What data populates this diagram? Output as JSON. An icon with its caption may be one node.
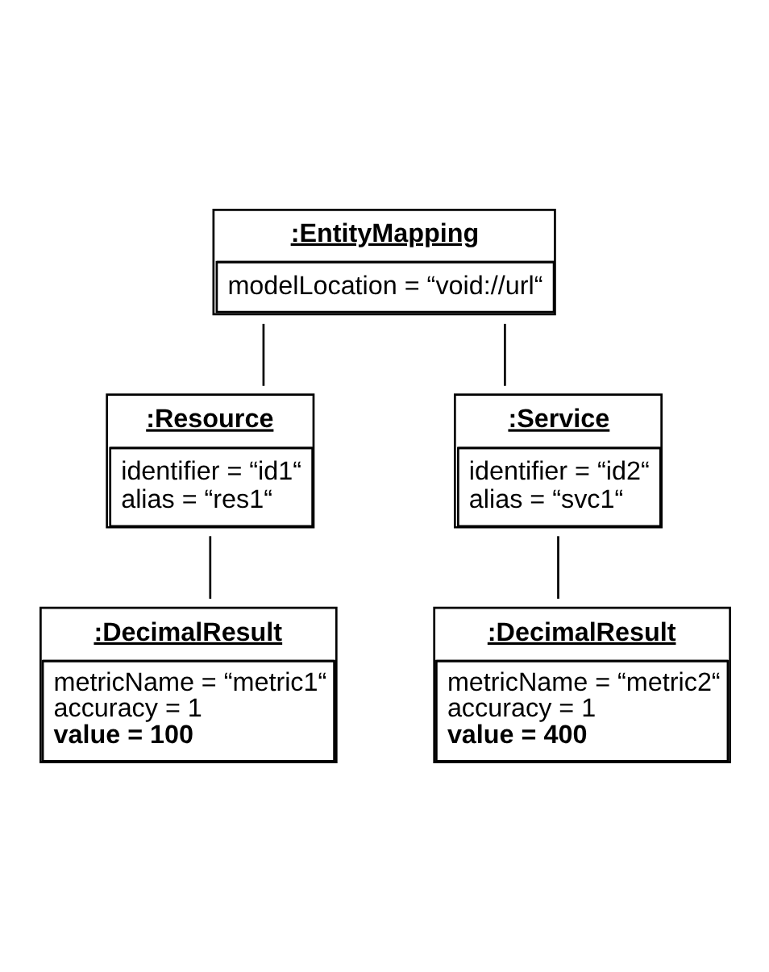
{
  "diagram": {
    "nodes": [
      {
        "text": [
          ":EntityMapping",
          "modelLocation = “void://url“"
        ]
      },
      {
        "text": [
          ":Resource",
          "identifier = “id1“",
          "alias = “res1“"
        ]
      },
      {
        "text": [
          ":DecimalResult",
          "metricName = “metric1“",
          "accuracy = 1",
          "value = 100"
        ]
      },
      {
        "text": [
          ":Service",
          "identifier = “id2“",
          "alias = “svc1“"
        ]
      },
      {
        "text": [
          ":DecimalResult",
          "metricName = “metric2“",
          "accuracy = 1",
          "value = 400"
        ]
      }
    ],
    "edges": [
      {
        "from": 0,
        "to": 1,
        "arrow": "none"
      },
      {
        "from": 1,
        "to": 2,
        "arrow": "none"
      },
      {
        "from": 0,
        "to": 3,
        "arrow": "none"
      },
      {
        "from": 3,
        "to": 4,
        "arrow": "none"
      }
    ]
  }
}
